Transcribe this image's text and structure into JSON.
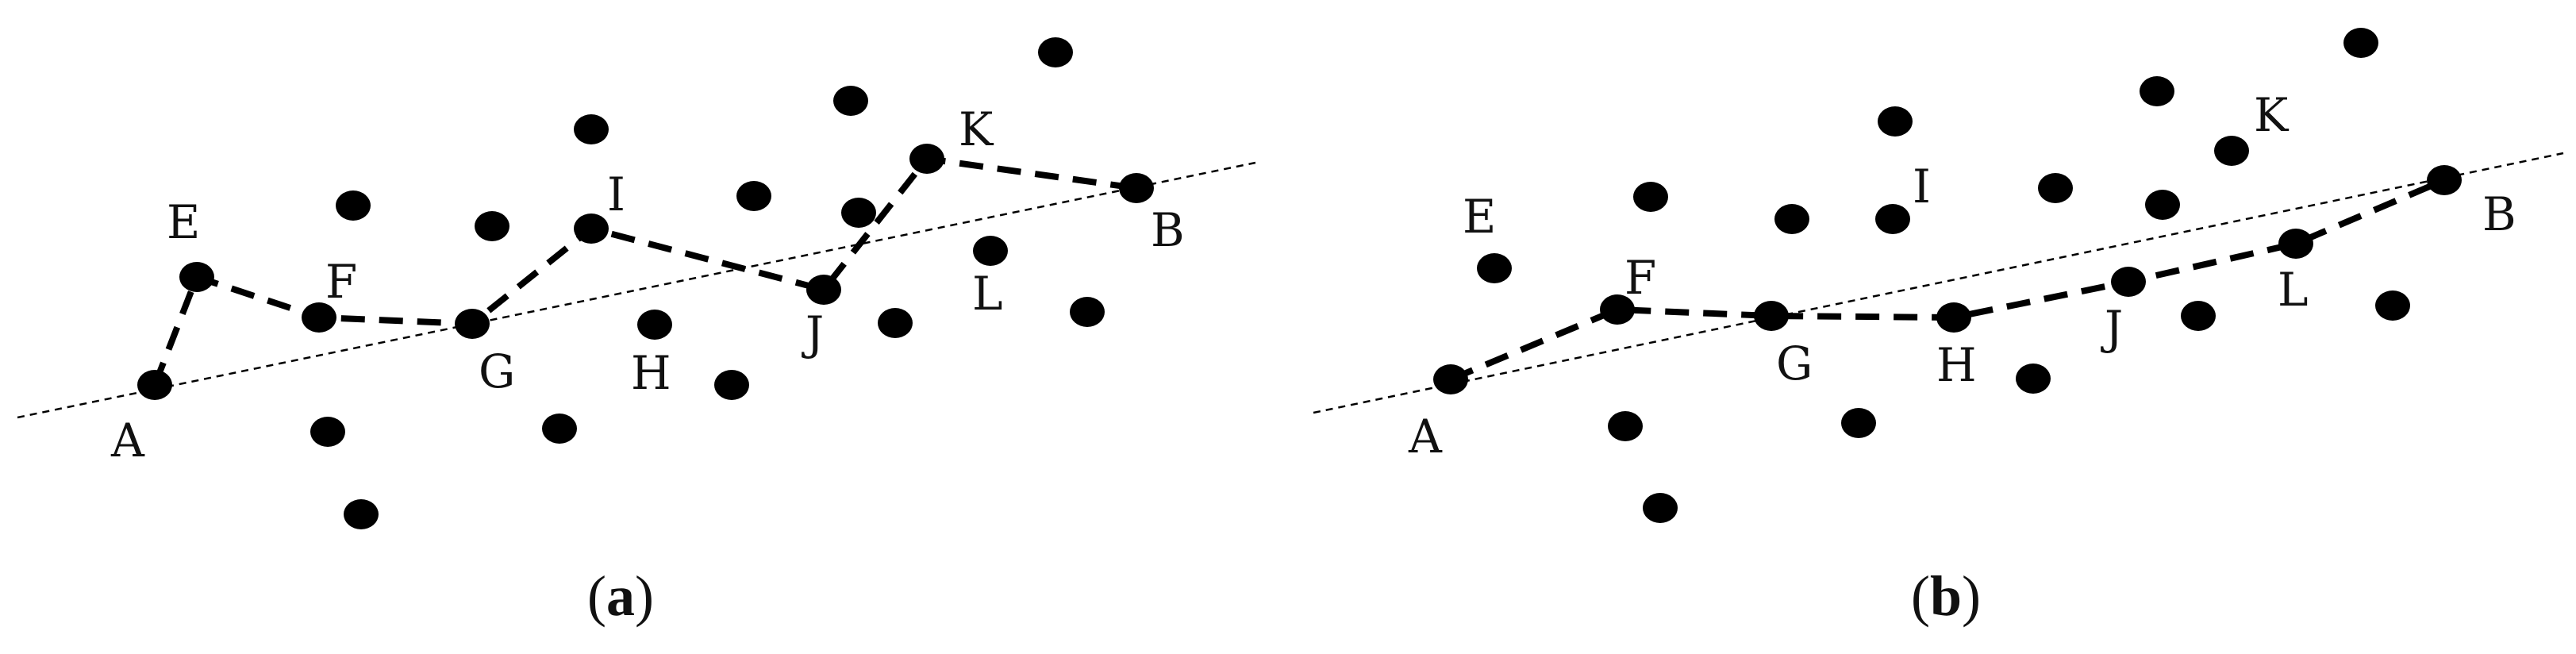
{
  "colors": {
    "ink": "#000000",
    "background": "#ffffff"
  },
  "panels": [
    {
      "id": "a",
      "caption": "a",
      "labels": [
        "A",
        "E",
        "F",
        "G",
        "I",
        "H",
        "J",
        "K",
        "L",
        "B"
      ],
      "route": [
        "A",
        "E",
        "F",
        "G",
        "I",
        "J",
        "K",
        "B"
      ]
    },
    {
      "id": "b",
      "caption": "b",
      "labels": [
        "A",
        "E",
        "F",
        "G",
        "H",
        "I",
        "J",
        "K",
        "L",
        "B"
      ],
      "route": [
        "A",
        "F",
        "G",
        "H",
        "J",
        "L",
        "B"
      ]
    }
  ]
}
